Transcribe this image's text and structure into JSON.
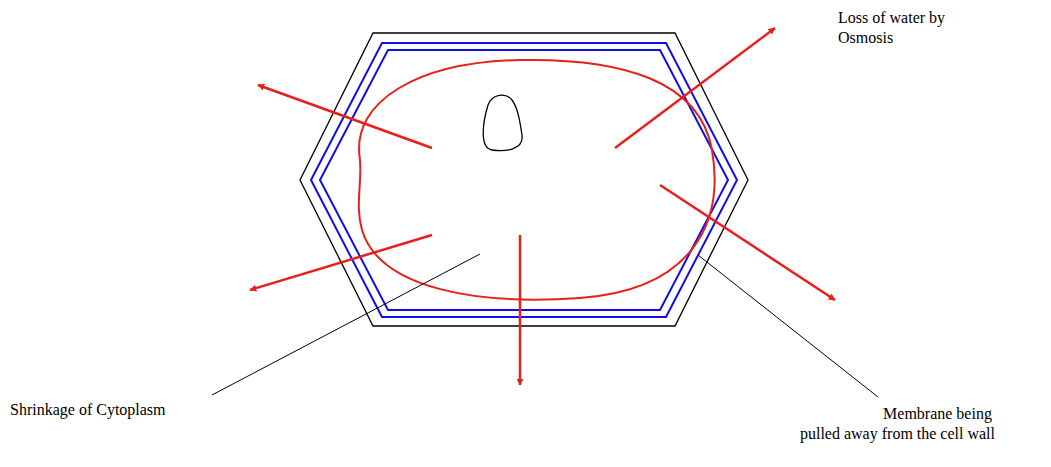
{
  "diagram": {
    "labels": [
      "Loss of water by Osmosis",
      "Shrinkage of Cytoplasm",
      "Membrane being pulled away from the cell wall"
    ]
  }
}
